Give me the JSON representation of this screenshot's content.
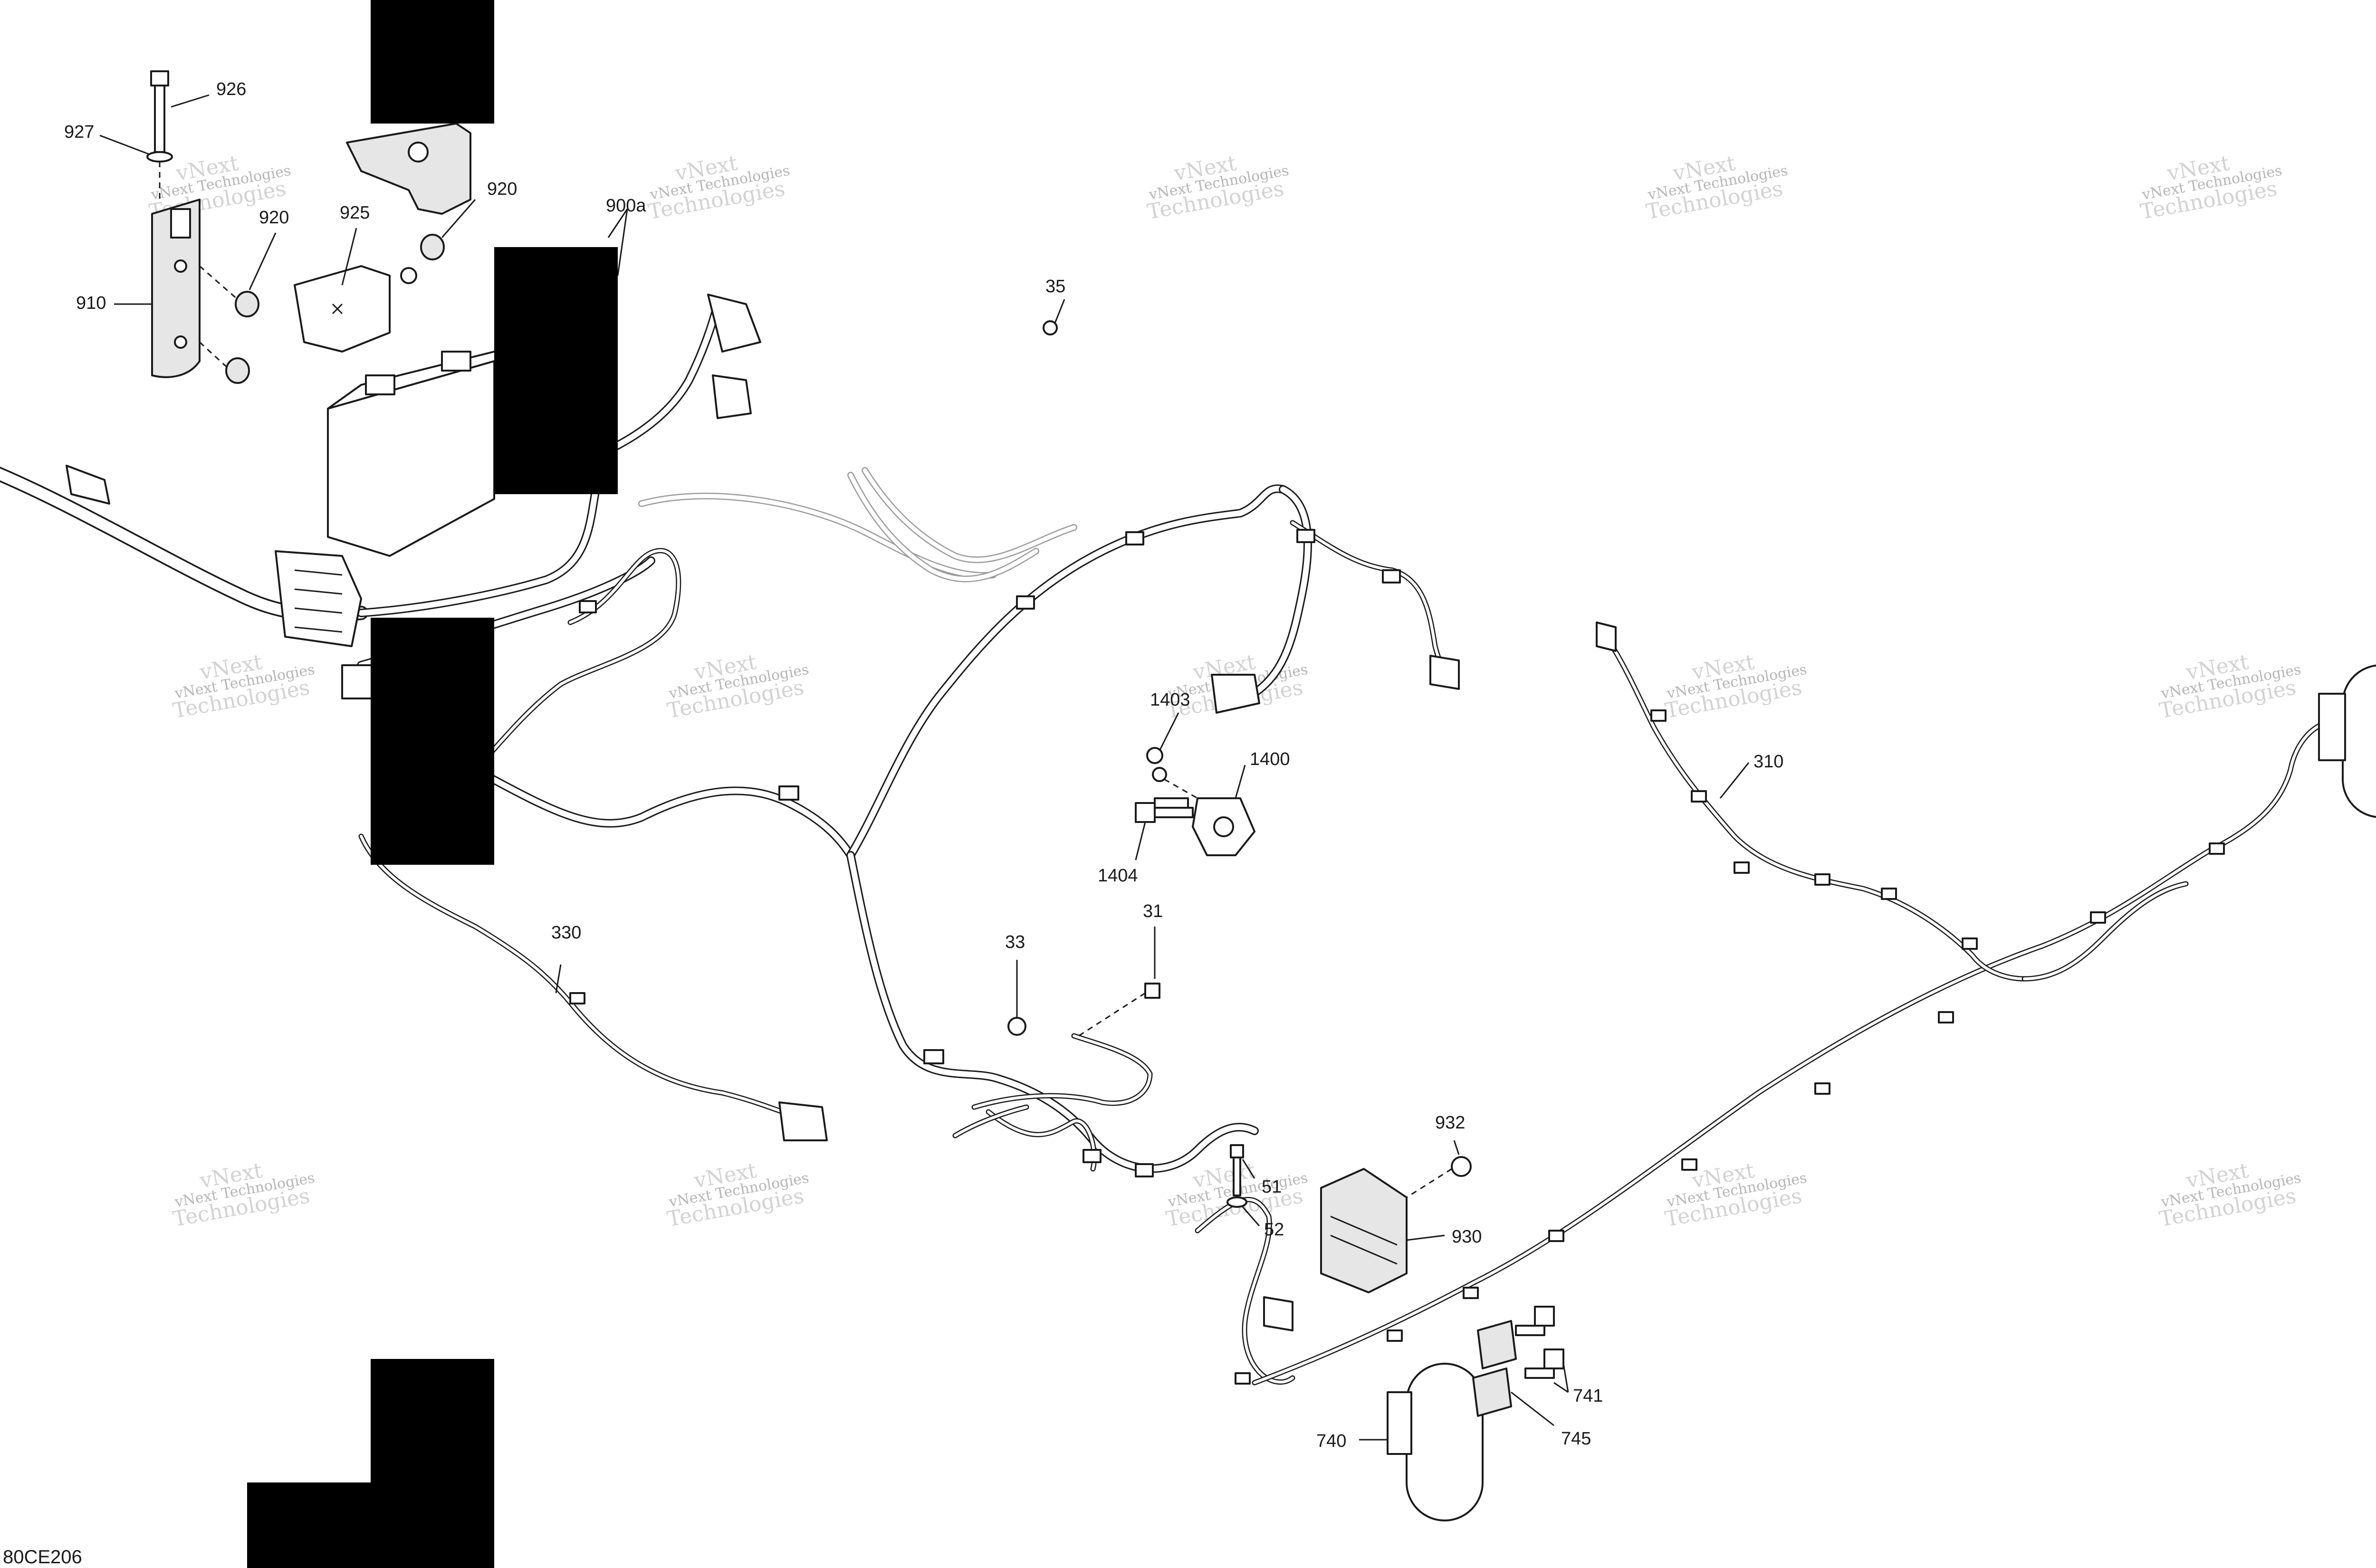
{
  "figure_id": "80CE206",
  "watermark": {
    "line1": "vNext Technologies",
    "line2": "vNext",
    "line3": "Technologies"
  },
  "callouts": {
    "c926": "926",
    "c927": "927",
    "c920a": "920",
    "c920b": "920",
    "c925": "925",
    "c900a": "900a",
    "c910": "910",
    "c35": "35",
    "c1403": "1403",
    "c1400": "1400",
    "c1404": "1404",
    "c310": "310",
    "c330": "330",
    "c33": "33",
    "c31": "31",
    "c932": "932",
    "c51": "51",
    "c52": "52",
    "c930": "930",
    "c741": "741",
    "c740": "740",
    "c745": "745"
  }
}
